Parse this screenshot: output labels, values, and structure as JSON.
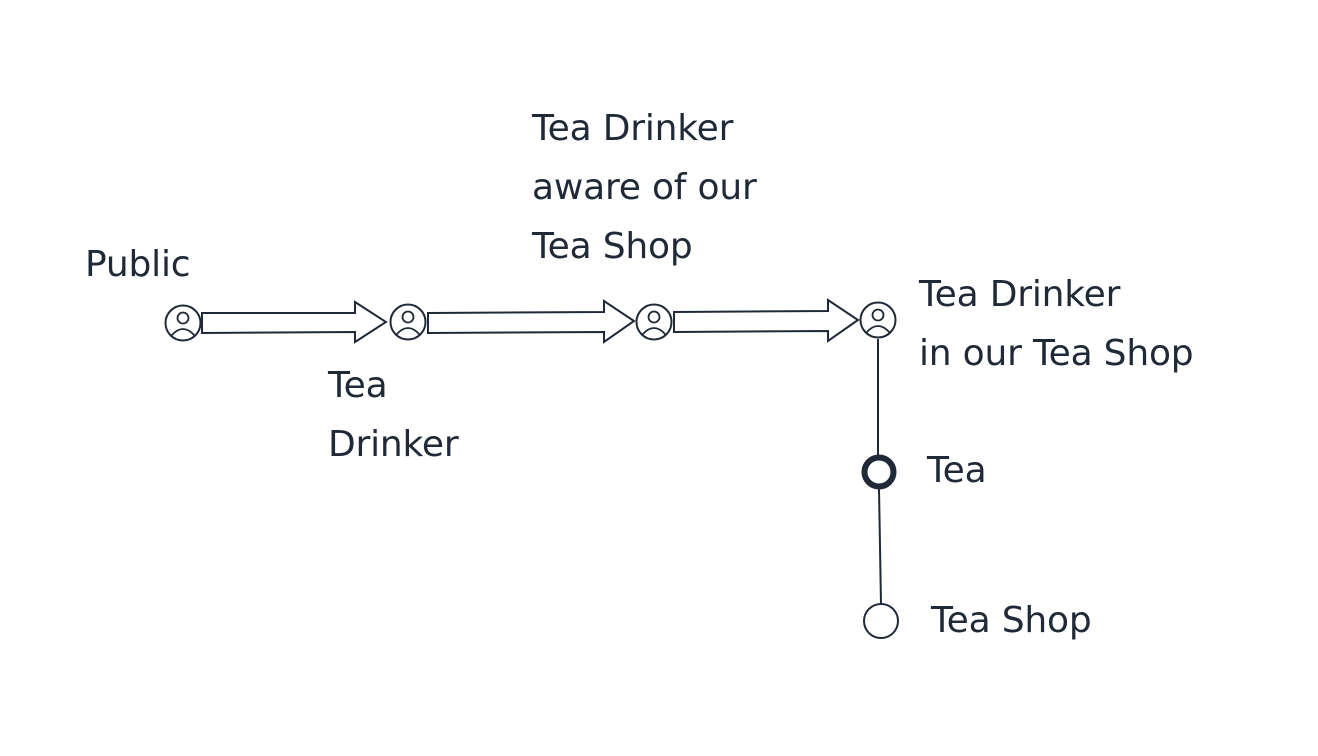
{
  "diagram": {
    "stages": [
      {
        "name": "Public",
        "icon": "user-circle-icon"
      },
      {
        "name_lines": [
          "Tea",
          "Drinker"
        ],
        "icon": "user-circle-icon"
      },
      {
        "name_lines": [
          "Tea Drinker",
          "aware of our",
          "Tea Shop"
        ],
        "icon": "user-circle-icon"
      },
      {
        "name_lines": [
          "Tea Drinker",
          "in our Tea Shop"
        ],
        "icon": "user-circle-icon"
      }
    ],
    "components": [
      {
        "name": "Tea",
        "style": "filled-ring"
      },
      {
        "name": "Tea Shop",
        "style": "hollow-circle"
      }
    ],
    "colors": {
      "stroke": "#1f2937",
      "text": "#1f2937",
      "background": "#ffffff"
    }
  }
}
